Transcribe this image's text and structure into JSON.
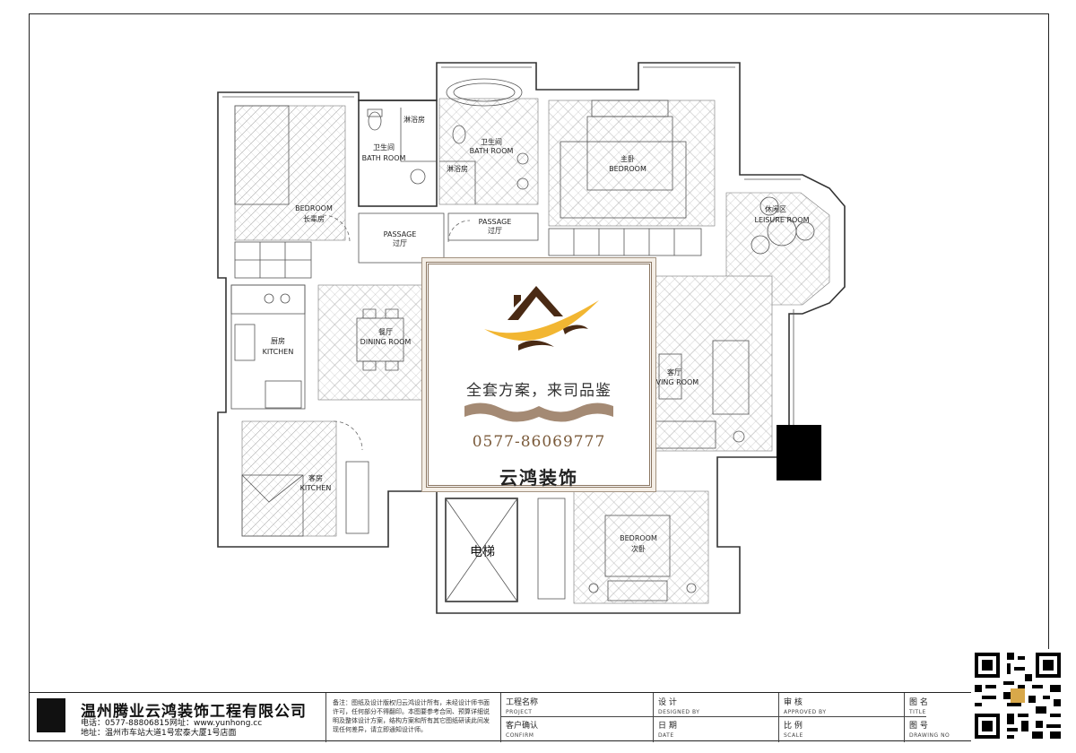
{
  "rooms": {
    "bedroom_left": [
      "BEDROOM",
      "长辈房"
    ],
    "bath1": [
      "卫生间",
      "BATH ROOM"
    ],
    "shower1": "淋浴房",
    "bath2": [
      "卫生间",
      "BATH ROOM"
    ],
    "shower2": "淋浴房",
    "master": [
      "主卧",
      "BEDROOM"
    ],
    "leisure": [
      "休闲区",
      "LEISURE ROOM"
    ],
    "passage1": [
      "PASSAGE",
      "过厅"
    ],
    "passage2": [
      "PASSAGE",
      "过厅"
    ],
    "kitchen": [
      "厨房",
      "KITCHEN"
    ],
    "dining": [
      "餐厅",
      "DINING ROOM"
    ],
    "living": [
      "客厅",
      "LIVING ROOM"
    ],
    "guest": [
      "客房",
      "KITCHEN"
    ],
    "elevator": "电梯",
    "bedroom2": [
      "BEDROOM",
      "次卧"
    ]
  },
  "card": {
    "slogan": "全套方案，来司品鉴",
    "phone": "0577-86069777",
    "brand": "云鸿装饰"
  },
  "title_block": {
    "company": "温州腾业云鸿装饰工程有限公司",
    "phone_line": "电话：0577-88806815网址：www.yunhong.cc",
    "address_line": "地址：温州市车站大道1号宏泰大厦1号店面",
    "notes": "备注：图纸及设计版权归云鸿设计所有，未经设计师书面许可，任何部分不得翻印。本图要参考合同、预算详细说明及整体设计方案，结构方案和所有其它图纸研读此间发现任何差异，请立即通知设计师。",
    "project_cn": "工程名称",
    "project_en": "PROJECT",
    "confirm_cn": "客户确认",
    "confirm_en": "CONFIRM",
    "design_cn": "设 计",
    "design_en": "DESIGNED BY",
    "date_cn": "日 期",
    "date_en": "DATE",
    "approve_cn": "审 核",
    "approve_en": "APPROVED BY",
    "scale_cn": "比 例",
    "scale_en": "SCALE",
    "title_cn": "图 名",
    "title_en": "TITLE",
    "drawing_cn": "图 号",
    "drawing_en": "DRAWING NO"
  }
}
